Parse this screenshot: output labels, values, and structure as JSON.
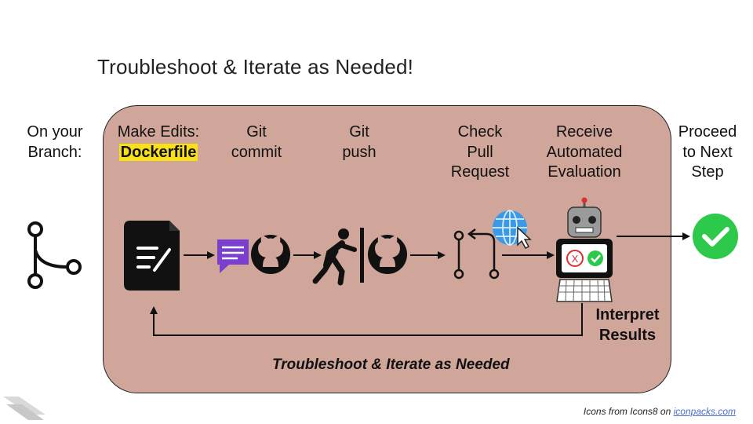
{
  "title": "Troubleshoot & Iterate as Needed!",
  "steps": {
    "branch": [
      "On your",
      "Branch:"
    ],
    "edits": {
      "line1": "Make Edits:",
      "highlight": "Dockerfile"
    },
    "commit": [
      "Git",
      "commit"
    ],
    "push": [
      "Git",
      "push"
    ],
    "check": [
      "Check",
      "Pull",
      "Request"
    ],
    "receive": [
      "Receive",
      "Automated",
      "Evaluation"
    ],
    "proceed": [
      "Proceed",
      "to Next",
      "Step"
    ],
    "interpret": [
      "Interpret",
      "Results"
    ]
  },
  "loop_label": "Troubleshoot & Iterate as Needed",
  "credits": {
    "prefix": "Icons from Icons8 on ",
    "link": "iconpacks.com"
  },
  "icons": [
    "git-branch-icon",
    "document-edit-icon",
    "chat-message-icon",
    "github-icon",
    "person-pushing-icon",
    "github-icon",
    "pull-request-icon",
    "globe-cursor-icon",
    "robot-evaluator-icon",
    "check-circle-icon",
    "logo-mark-icon"
  ],
  "colors": {
    "panel": "#d1a69a",
    "highlight": "#f7e017",
    "success": "#2cc94a",
    "chat": "#7b3fcf",
    "globe": "#3a9ae8"
  }
}
